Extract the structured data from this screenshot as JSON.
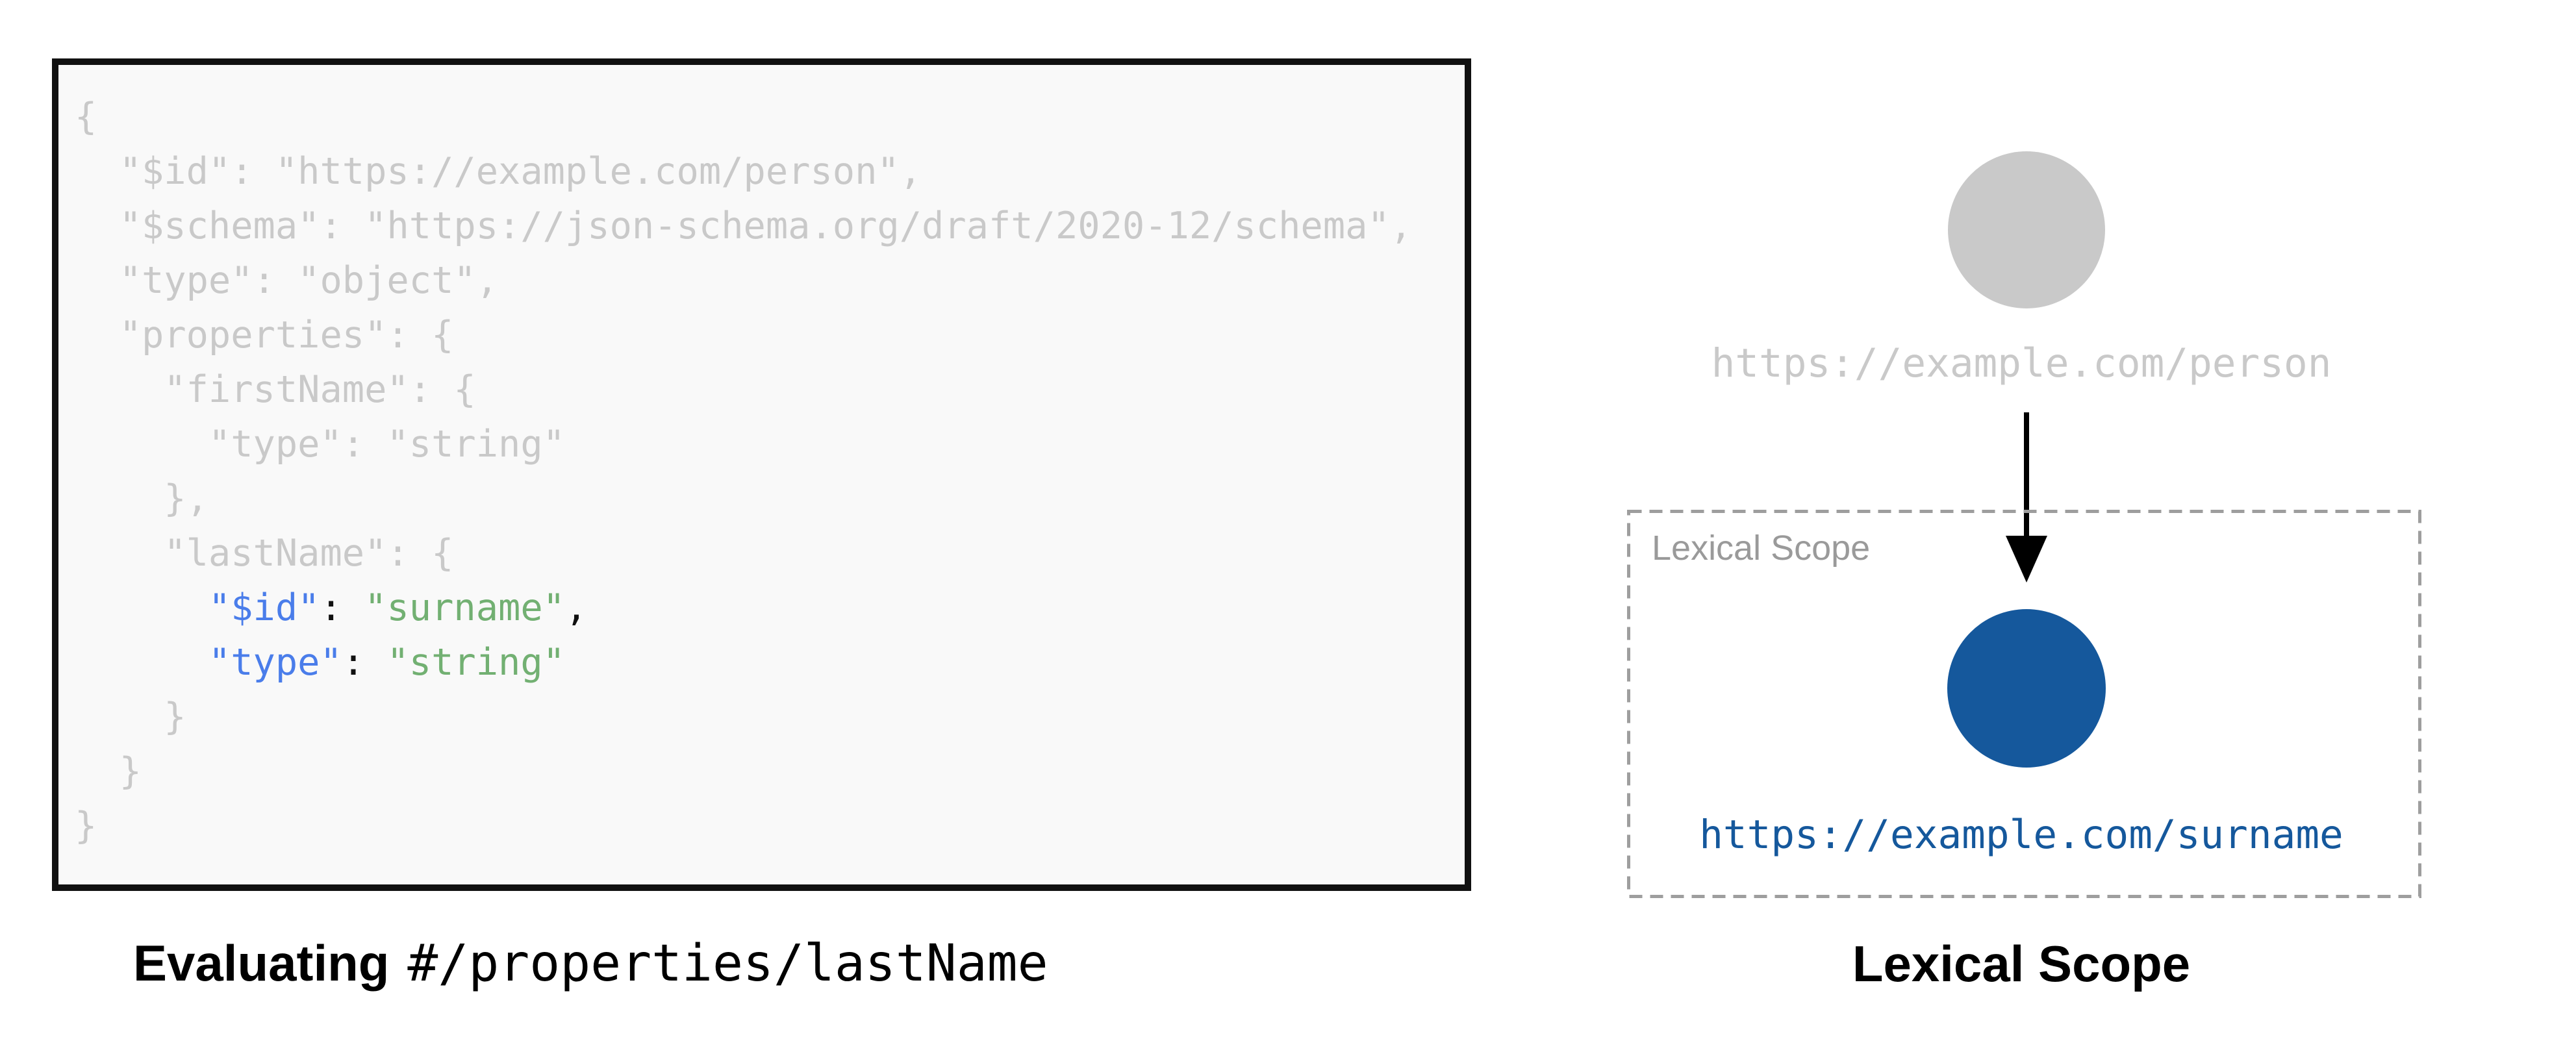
{
  "left": {
    "caption": {
      "bold": "Evaluating",
      "code": "#/properties/lastName"
    },
    "code_lines": [
      [
        {
          "t": "{",
          "c": "gray"
        }
      ],
      [
        {
          "t": "  \"$id\": \"https://example.com/person\",",
          "c": "gray"
        }
      ],
      [
        {
          "t": "  \"$schema\": \"https://json-schema.org/draft/2020-12/schema\",",
          "c": "gray"
        }
      ],
      [
        {
          "t": "  \"type\": \"object\",",
          "c": "gray"
        }
      ],
      [
        {
          "t": "  \"properties\": {",
          "c": "gray"
        }
      ],
      [
        {
          "t": "    \"firstName\": {",
          "c": "gray"
        }
      ],
      [
        {
          "t": "      \"type\": \"string\"",
          "c": "gray"
        }
      ],
      [
        {
          "t": "    },",
          "c": "gray"
        }
      ],
      [
        {
          "t": "    \"lastName\": {",
          "c": "gray"
        }
      ],
      [
        {
          "t": "      ",
          "c": "gray"
        },
        {
          "t": "\"$id\"",
          "c": "blue"
        },
        {
          "t": ": ",
          "c": "black"
        },
        {
          "t": "\"surname\"",
          "c": "green"
        },
        {
          "t": ",",
          "c": "black"
        }
      ],
      [
        {
          "t": "      ",
          "c": "gray"
        },
        {
          "t": "\"type\"",
          "c": "blue"
        },
        {
          "t": ": ",
          "c": "black"
        },
        {
          "t": "\"string\"",
          "c": "green"
        }
      ],
      [
        {
          "t": "    }",
          "c": "gray"
        }
      ],
      [
        {
          "t": "  }",
          "c": "gray"
        }
      ],
      [
        {
          "t": "}",
          "c": "gray"
        }
      ]
    ]
  },
  "right": {
    "outer_node_label": "https://example.com/person",
    "scope_box_label": "Lexical Scope",
    "inner_node_label": "https://example.com/surname",
    "caption": "Lexical Scope"
  },
  "colors": {
    "code_gray": "#c9c9c9",
    "code_blue": "#4a7dea",
    "code_green": "#72b072",
    "code_black": "#111111",
    "node_gray": "#c9c9c9",
    "node_blue": "#15589c",
    "dash_gray": "#9e9e9e",
    "label_gray": "#9a9a9a",
    "arrow_black": "#000000"
  }
}
